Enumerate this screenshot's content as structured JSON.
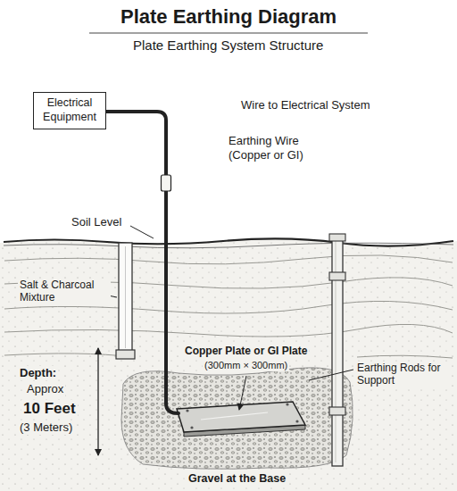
{
  "diagram": {
    "title": "Plate Earthing Diagram",
    "nodes": [
      {
        "text": [
          "Electrical Equipment"
        ]
      }
    ],
    "labels": [
      "Plate Earthing System Structure",
      "Wire to Electrical System",
      "Earthing Wire",
      "(Copper or GI)",
      "Soil Level",
      "Salt & Charcoal Mixture",
      "Depth:",
      "Approx",
      "10 Feet",
      "(3 Meters)",
      "Copper Plate or GI Plate",
      "(300mm × 300mm)",
      "Earthing Rods for Support",
      "Gravel at the Base"
    ]
  }
}
